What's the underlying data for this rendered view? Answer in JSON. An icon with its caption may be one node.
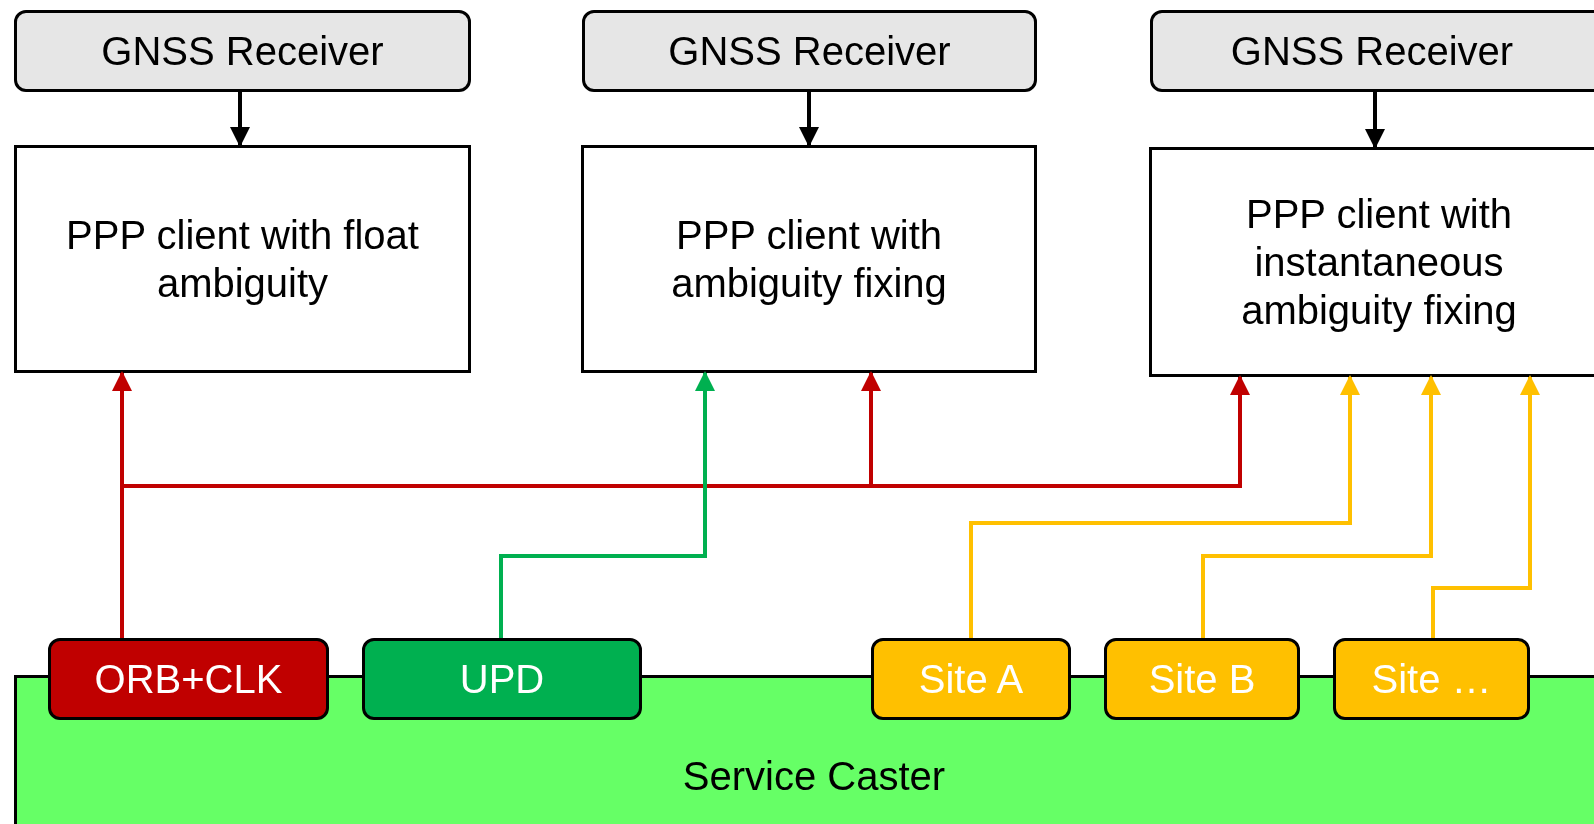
{
  "diagram": {
    "nodes": [
      {
        "text": [
          "GNSS Receiver"
        ]
      },
      {
        "text": [
          "GNSS Receiver"
        ]
      },
      {
        "text": [
          "GNSS Receiver"
        ]
      },
      {
        "text": [
          "PPP client with float ambiguity"
        ]
      },
      {
        "text": [
          "PPP client with ambiguity fixing"
        ]
      },
      {
        "text": [
          "PPP client with instantaneous ambiguity fixing"
        ]
      },
      {
        "text": [
          "Service Caster"
        ]
      },
      {
        "text": [
          "ORB+CLK"
        ]
      },
      {
        "text": [
          "UPD"
        ]
      },
      {
        "text": [
          "Site A"
        ]
      },
      {
        "text": [
          "Site B"
        ]
      },
      {
        "text": [
          "Site …"
        ]
      }
    ],
    "edges": [
      {
        "from": 0,
        "to": 3,
        "arrow": "to"
      },
      {
        "from": 1,
        "to": 4,
        "arrow": "to"
      },
      {
        "from": 2,
        "to": 5,
        "arrow": "to"
      },
      {
        "from": 7,
        "to": 3,
        "arrow": "to",
        "color": "#c00000"
      },
      {
        "from": 7,
        "to": 4,
        "arrow": "to",
        "color": "#c00000"
      },
      {
        "from": 7,
        "to": 5,
        "arrow": "to",
        "color": "#c00000"
      },
      {
        "from": 8,
        "to": 4,
        "arrow": "to",
        "color": "#00b050"
      },
      {
        "from": 9,
        "to": 5,
        "arrow": "to",
        "color": "#ffc000"
      },
      {
        "from": 10,
        "to": 5,
        "arrow": "to",
        "color": "#ffc000"
      },
      {
        "from": 11,
        "to": 5,
        "arrow": "to",
        "color": "#ffc000"
      }
    ]
  }
}
